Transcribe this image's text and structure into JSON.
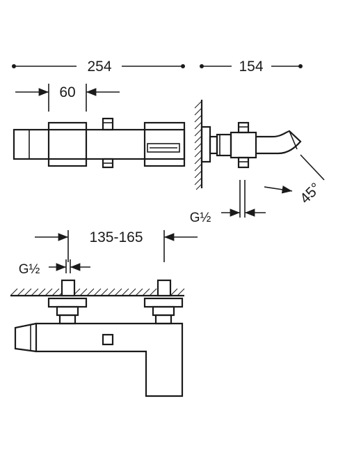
{
  "dimensions": {
    "overall_width": "254",
    "spout_projection": "154",
    "handle_offset": "60",
    "thread_side": "G½",
    "spout_angle": "45°",
    "center_distance": "135-165",
    "thread_bottom": "G½"
  },
  "colors": {
    "line": "#1a1a1a",
    "background": "#ffffff"
  }
}
